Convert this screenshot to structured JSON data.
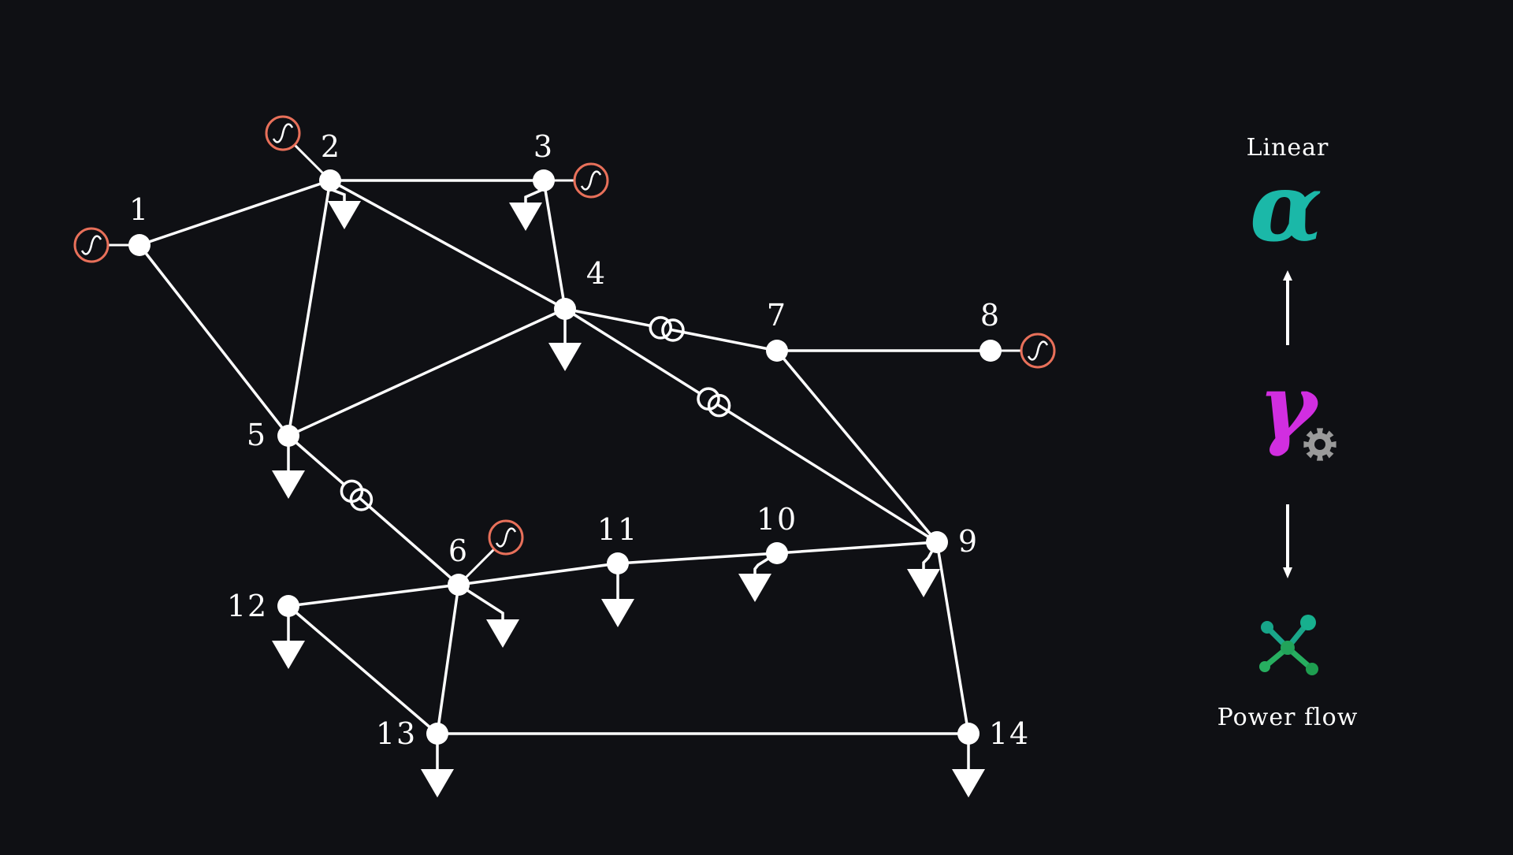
{
  "diagram": {
    "buses": [
      {
        "id": "1",
        "label": "1"
      },
      {
        "id": "2",
        "label": "2"
      },
      {
        "id": "3",
        "label": "3"
      },
      {
        "id": "4",
        "label": "4"
      },
      {
        "id": "5",
        "label": "5"
      },
      {
        "id": "6",
        "label": "6"
      },
      {
        "id": "7",
        "label": "7"
      },
      {
        "id": "8",
        "label": "8"
      },
      {
        "id": "9",
        "label": "9"
      },
      {
        "id": "10",
        "label": "10"
      },
      {
        "id": "11",
        "label": "11"
      },
      {
        "id": "12",
        "label": "12"
      },
      {
        "id": "13",
        "label": "13"
      },
      {
        "id": "14",
        "label": "14"
      }
    ],
    "lines": [
      [
        "1",
        "2"
      ],
      [
        "1",
        "5"
      ],
      [
        "2",
        "3"
      ],
      [
        "2",
        "4"
      ],
      [
        "2",
        "5"
      ],
      [
        "3",
        "4"
      ],
      [
        "4",
        "5"
      ],
      [
        "7",
        "8"
      ],
      [
        "7",
        "9"
      ],
      [
        "6",
        "11"
      ],
      [
        "6",
        "12"
      ],
      [
        "6",
        "13"
      ],
      [
        "9",
        "10"
      ],
      [
        "9",
        "14"
      ],
      [
        "10",
        "11"
      ],
      [
        "12",
        "13"
      ],
      [
        "13",
        "14"
      ]
    ],
    "transformers": [
      [
        "4",
        "7"
      ],
      [
        "4",
        "9"
      ],
      [
        "5",
        "6"
      ]
    ],
    "generators": [
      "1",
      "2",
      "3",
      "6",
      "8"
    ],
    "loads": [
      "2",
      "3",
      "4",
      "5",
      "6",
      "9",
      "10",
      "11",
      "12",
      "13",
      "14"
    ]
  },
  "side_panel": {
    "top_label": "Linear",
    "alpha_symbol": "α",
    "gamma_symbol": "γ",
    "bottom_label": "Power flow",
    "icons": {
      "settings": "gear-icon",
      "network": "network-graph-icon"
    }
  },
  "colors": {
    "background": "#0f1014",
    "foreground": "#ffffff",
    "generator": "#e8705a",
    "alpha": "#1bb8a8",
    "gamma": "#d12ee0",
    "gear": "#9a9a9a",
    "network_teal": "#17a589",
    "network_green": "#27ae60"
  }
}
